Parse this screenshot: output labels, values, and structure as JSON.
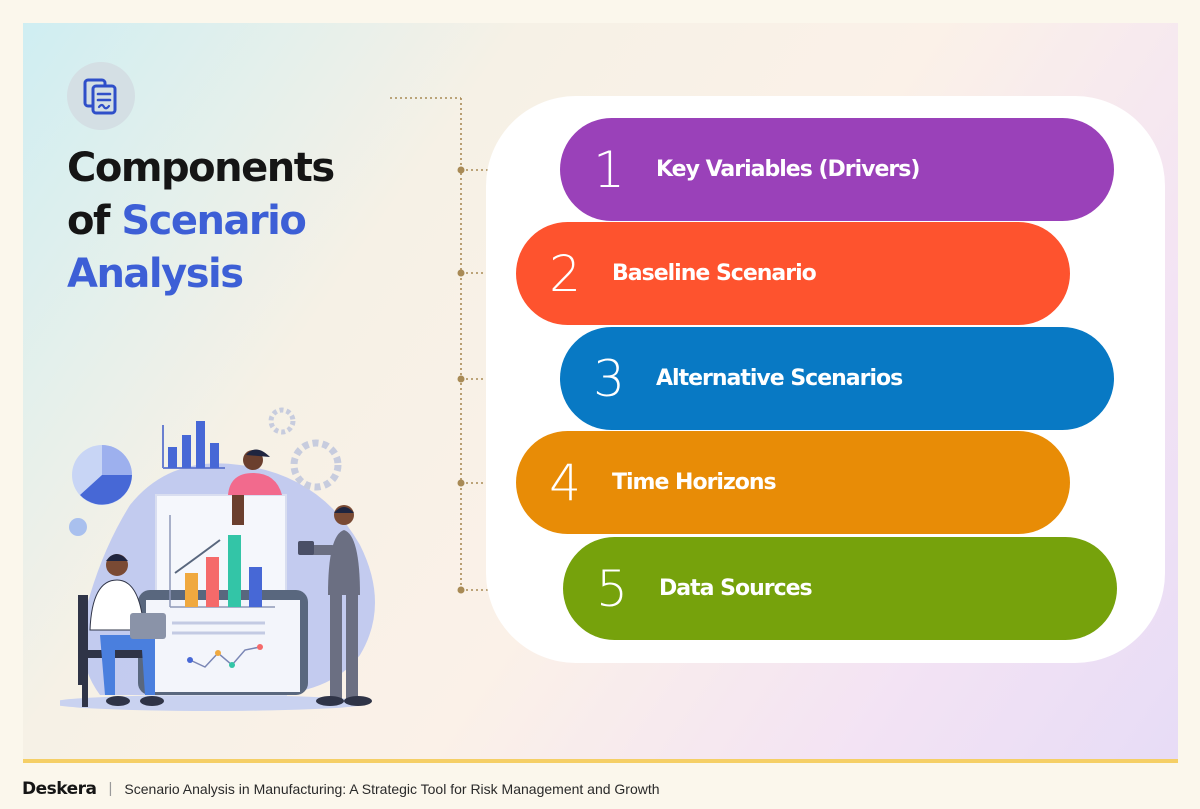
{
  "title": {
    "line1": "Components",
    "line2_prefix": "of ",
    "line2_accent": "Scenario",
    "line3_accent": "Analysis"
  },
  "components": [
    {
      "number": "1",
      "label": "Key Variables (Drivers)",
      "color": "#9a41b9"
    },
    {
      "number": "2",
      "label": "Baseline Scenario",
      "color": "#fe532e"
    },
    {
      "number": "3",
      "label": "Alternative Scenarios",
      "color": "#0879c4"
    },
    {
      "number": "4",
      "label": "Time Horizons",
      "color": "#e88c06"
    },
    {
      "number": "5",
      "label": "Data Sources",
      "color": "#76a20c"
    }
  ],
  "footer": {
    "brand": "Deskera",
    "separator": "|",
    "caption": "Scenario Analysis in Manufacturing: A Strategic Tool for Risk Management and Growth"
  },
  "icons": {
    "header_icon": "document-icon",
    "illustration": "business-analytics-illustration"
  },
  "colors": {
    "title_text": "#151515",
    "title_accent": "#3d5fd6",
    "connector": "#a88a55",
    "footer_line": "#f5cf66"
  }
}
